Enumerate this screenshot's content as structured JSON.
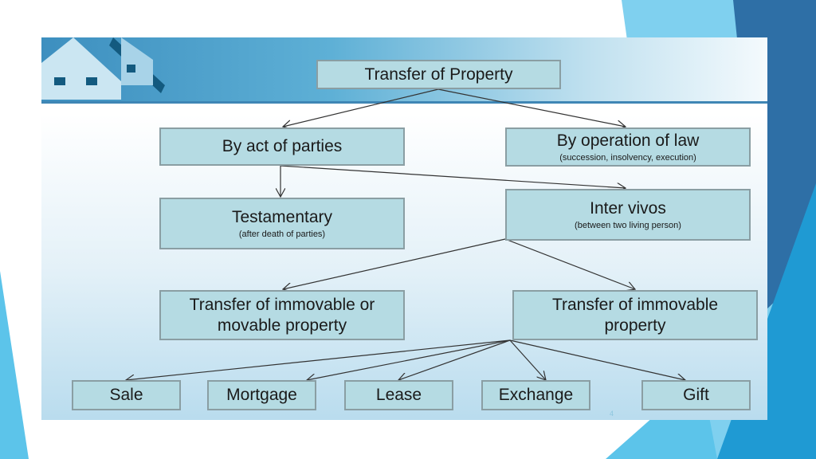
{
  "colors": {
    "box_fill": "#b5dbe3",
    "box_border": "#8a9ea3",
    "header_band": "#3d8fbf",
    "dark_accent": "#2e6fa6",
    "light_accent": "#5cc4ea"
  },
  "header_icon": "houses-icon",
  "nodes": {
    "root": {
      "title": "Transfer of Property"
    },
    "act": {
      "title": "By act of parties"
    },
    "law": {
      "title": "By operation of law",
      "sub": "(succession, insolvency, execution)"
    },
    "testamentary": {
      "title": "Testamentary",
      "sub": "(after death of parties)"
    },
    "intervivos": {
      "title": "Inter vivos",
      "sub": "(between two living person)"
    },
    "movable": {
      "title": "Transfer of immovable or movable property"
    },
    "immovable": {
      "title": "Transfer of immovable property"
    },
    "sale": {
      "title": "Sale"
    },
    "mortgage": {
      "title": "Mortgage"
    },
    "lease": {
      "title": "Lease"
    },
    "exchange": {
      "title": "Exchange"
    },
    "gift": {
      "title": "Gift"
    }
  },
  "page_number": "4"
}
